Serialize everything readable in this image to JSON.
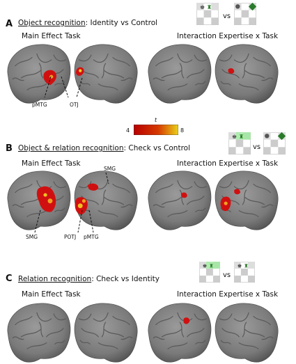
{
  "panels": [
    {
      "letter": "A",
      "title_underlined": "Object recognition",
      "title_rest": ": Identity vs Control",
      "left_label": "Main Effect Task",
      "right_label": "Interaction Expertise x Task",
      "vs": "vs",
      "region_labels": [
        "pMTG",
        "OTJ"
      ]
    },
    {
      "letter": "B",
      "title_underlined": "Object & relation recognition",
      "title_rest": ": Check vs Control",
      "left_label": "Main Effect Task",
      "right_label": "Interaction Expertise x Task",
      "vs": "vs",
      "region_labels": [
        "SMG",
        "SMG",
        "POTJ",
        "pMTG"
      ]
    },
    {
      "letter": "C",
      "title_underlined": "Relation recognition",
      "title_rest": ": Check vs Identity",
      "left_label": "Main Effect Task",
      "right_label": "Interaction Expertise x Task",
      "vs": "vs"
    }
  ],
  "colorbar": {
    "label": "t",
    "min": "4",
    "max": "8",
    "color_low": "#c40000",
    "color_high": "#e8d21a"
  },
  "colors": {
    "brain": "#8c8c8c",
    "brain_dark": "#5e5e5e",
    "activation": "#d01010",
    "activation_hot": "#f0a020"
  }
}
